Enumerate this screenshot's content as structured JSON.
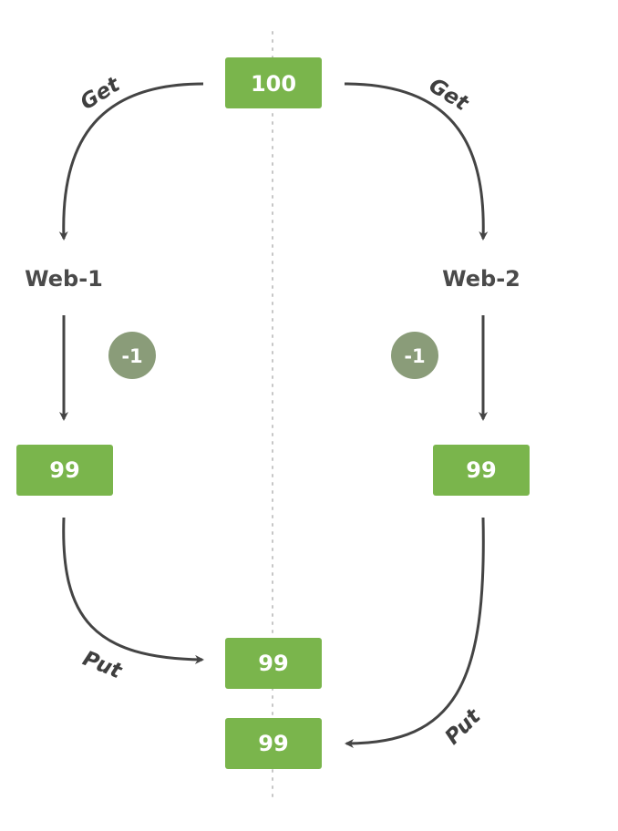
{
  "diagram": {
    "top_value": "100",
    "clients": [
      {
        "name": "Web-1",
        "operation": "-1",
        "result": "99",
        "read_label": "Get",
        "write_label": "Put"
      },
      {
        "name": "Web-2",
        "operation": "-1",
        "result": "99",
        "read_label": "Get",
        "write_label": "Put"
      }
    ],
    "stored_values": [
      "99",
      "99"
    ],
    "colors": {
      "value_box": "#7ab54c",
      "operation_badge": "#8a9c79",
      "arrow": "#444444",
      "divider": "#c6c6c6"
    }
  }
}
